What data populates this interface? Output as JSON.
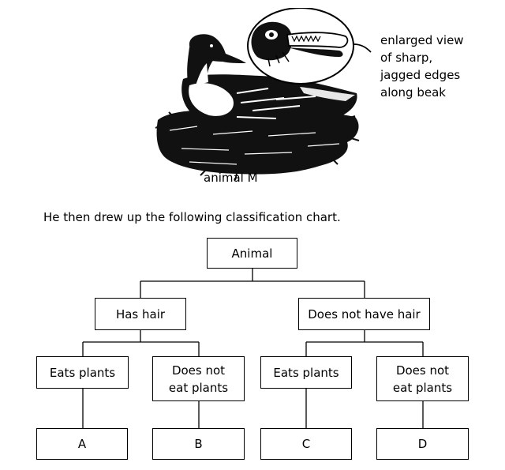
{
  "illustration": {
    "callout_lines": [
      "enlarged view",
      "of sharp,",
      "jagged edges",
      "along beak"
    ],
    "caption": "animal M"
  },
  "intro_text": "He then drew up the following classification chart.",
  "chart": {
    "root": "Animal",
    "level1": {
      "left": "Has hair",
      "right": "Does not have hair"
    },
    "level2": {
      "hair_eats_plants": "Eats plants",
      "hair_no_plants": [
        "Does not",
        "eat plants"
      ],
      "nohair_eats_plants": "Eats plants",
      "nohair_no_plants": [
        "Does not",
        "eat plants"
      ]
    },
    "leaves": [
      "A",
      "B",
      "C",
      "D"
    ]
  }
}
